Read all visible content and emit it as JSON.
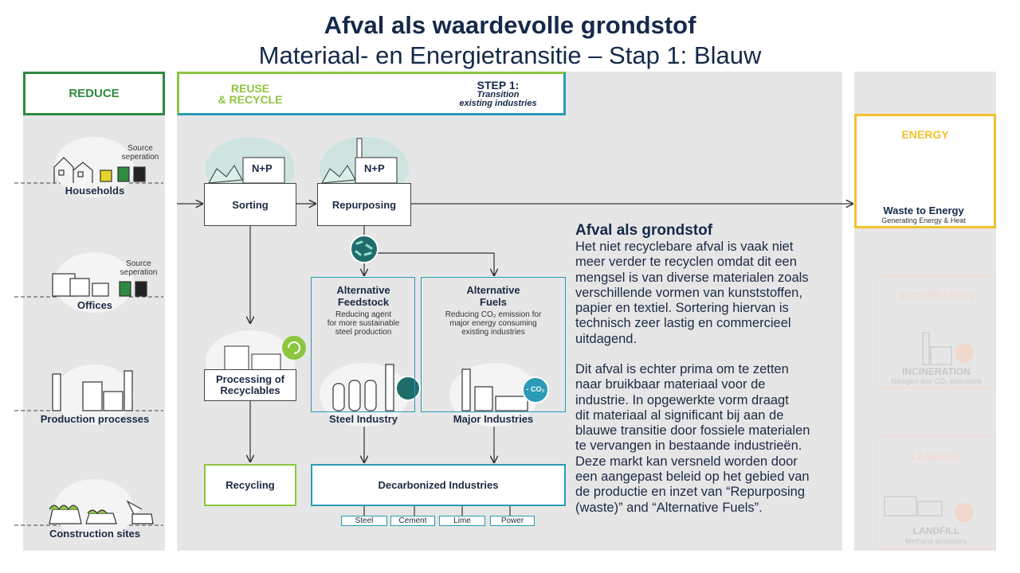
{
  "title": "Afval als waardevolle grondstof",
  "subtitle": "Materiaal- en Energietransitie – Stap 1: Blauw",
  "reduce": {
    "header": "REDUCE",
    "sources": [
      {
        "label": "Households",
        "note": "Source\nseperation"
      },
      {
        "label": "Offices",
        "note": "Source\nseperation"
      },
      {
        "label": "Production processes",
        "note": ""
      },
      {
        "label": "Construction sites",
        "note": ""
      }
    ]
  },
  "reuse": {
    "header": "REUSE\n& RECYCLE",
    "step_title": "STEP 1:",
    "step_sub": "Transition\nexisting industries",
    "sorting": "Sorting",
    "repurposing": "Repurposing",
    "processing": "Processing of\nRecyclables",
    "recycling": "Recycling",
    "alt_feedstock": {
      "title": "Alternative\nFeedstock",
      "desc": "Reducing agent\nfor more sustainable\nsteel production",
      "caption": "Steel Industry"
    },
    "alt_fuels": {
      "title": "Alternative\nFuels",
      "desc": "Reducing CO₂ emission for\nmajor energy consuming\nexisting industries",
      "caption": "Major Industries",
      "badge": "- CO₂"
    },
    "decarbonized": "Decarbonized Industries",
    "products": [
      "Steel",
      "Cement",
      "Lime",
      "Power"
    ],
    "logo_text": "N+P"
  },
  "text_block": {
    "heading": "Afval als grondstof",
    "para1": "Het niet recyclebare afval is vaak niet\nmeer verder te recyclen omdat dit een\nmengsel is van diverse materialen zoals\nverschillende vormen van kunststoffen,\npapier en textiel. Sortering hiervan is\ntechnisch zeer lastig en commercieel\nuitdagend.",
    "para2": "Dit afval is echter prima om te zetten\nnaar bruikbaar materiaal voor de\nindustrie. In opgewerkte vorm draagt\ndit materiaal al significant bij aan de\nblauwe transitie door fossiele materialen\nte vervangen in bestaande industrieën.\nDeze markt kan versneld worden door\neen aangepast beleid op het gebied van\nde productie en inzet van “Repurposing\n(waste)” and “Alternative Fuels”."
  },
  "energy": {
    "header": "ENERGY",
    "label": "Waste to Energy",
    "sub": "Generating Energy & Heat",
    "incineration": {
      "header": "INCINERATION",
      "label": "INCINERATION",
      "sub": "Nitrogen and CO₂ emissions"
    },
    "landfill": {
      "header": "LANDFILL",
      "label": "LANDFILL",
      "sub": "Methane emissions"
    }
  },
  "colors": {
    "green": "#2e8b3f",
    "lime": "#8cc63f",
    "blue": "#2a9bb5",
    "yellow": "#f2c12e",
    "navy": "#15294a",
    "teal": "#1f6d6b"
  }
}
